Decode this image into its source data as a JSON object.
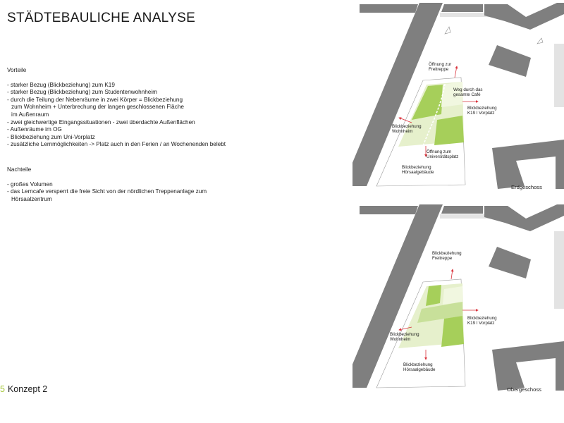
{
  "title": "STÄDTEBAULICHE ANALYSE",
  "vorteile": {
    "heading": "Vorteile",
    "items": [
      "- starker Bezug (Blickbeziehung) zum K19",
      "- starker Bezug (Blickbeziehung) zum Studentenwohnheim",
      "- durch die Teilung der Nebenräume in zwei Körper = Blickbeziehung",
      "zum Wohnheim + Unterbrechung der langen geschlossenen Fläche",
      "im Außenraum",
      "- zwei gleichwertige Eingangssituationen - zwei überdachte Außenflächen",
      "- Außenräume im OG",
      "- Blickbeziehung zum Uni-Vorplatz",
      "- zusätzliche Lernmöglichkeiten -> Platz auch in den Ferien / an Wochenenden belebt"
    ]
  },
  "nachteile": {
    "heading": "Nachteile",
    "items": [
      "- großes Volumen",
      "- das Lerncafe versperrt die freie Sicht von der nördlichen Treppenanlage zum",
      "Hörsaalzentrum"
    ]
  },
  "footer": {
    "number": "5",
    "label": "Konzept 2"
  },
  "plans": {
    "erdgeschoss": {
      "floor_label": "Erdgeschoss",
      "labels": {
        "freitreppe": "Öffnung zur\nFreitreppe",
        "cafe": "Weg durch das\ngesamte Café",
        "k19": "Blickbeziehung\nK19 I Vorplatz",
        "wohnheim": "Blickbeziehung\nWohnheim",
        "uniplatz": "Öffnung zum\nUniversitätsplatz",
        "hoersaal": "Blickbeziehung\nHörsaalgebäude"
      }
    },
    "obergeschoss": {
      "floor_label": "Obergeschoss",
      "labels": {
        "freitreppe": "Blickbeziehung\nFreitreppe",
        "k19": "Blickbeziehung\nK19 I Vorplatz",
        "wohnheim": "Blickbeziehung\nWohnheim",
        "hoersaal": "Blickbeziehung\nHörsaalgebäude"
      }
    }
  },
  "colors": {
    "building": "#7f7f7f",
    "green_dark": "#a6cf5a",
    "green_mid": "#c8e09a",
    "green_light": "#e6f0cc",
    "arrow": "#d9303a",
    "accent": "#a4c639"
  }
}
